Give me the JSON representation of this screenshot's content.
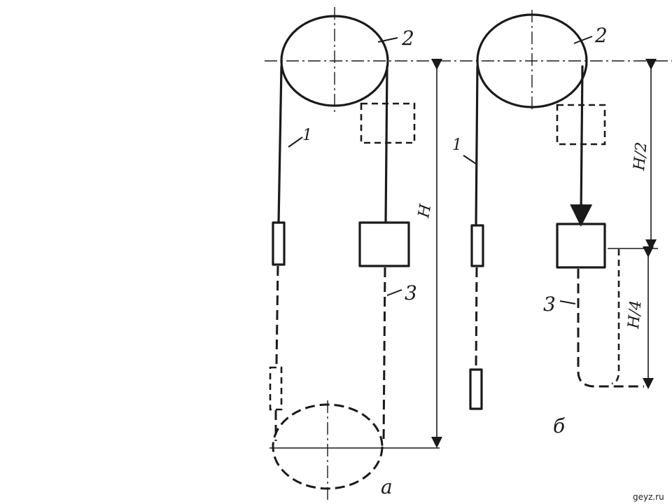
{
  "labels": {
    "rope": "1",
    "sheave": "2",
    "tail_rope": "3",
    "height_full": "H",
    "height_half": "H/2",
    "height_quarter": "H/4",
    "variant_a": "а",
    "variant_b": "б"
  },
  "watermark": "geyz.ru"
}
